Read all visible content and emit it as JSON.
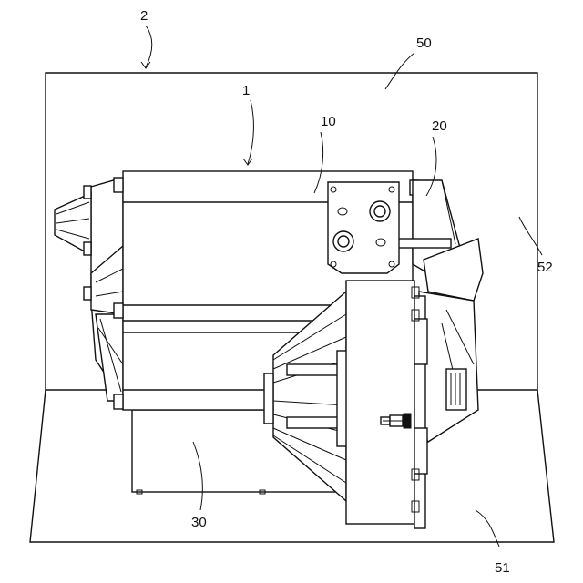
{
  "figure": {
    "type": "patent-drawing",
    "reference_numerals": {
      "assembly": "2",
      "machine": "1",
      "housing": "10",
      "end_plate": "20",
      "base_box": "30",
      "enclosure": "50",
      "floor_panel": "51",
      "side_wall": "52"
    }
  }
}
